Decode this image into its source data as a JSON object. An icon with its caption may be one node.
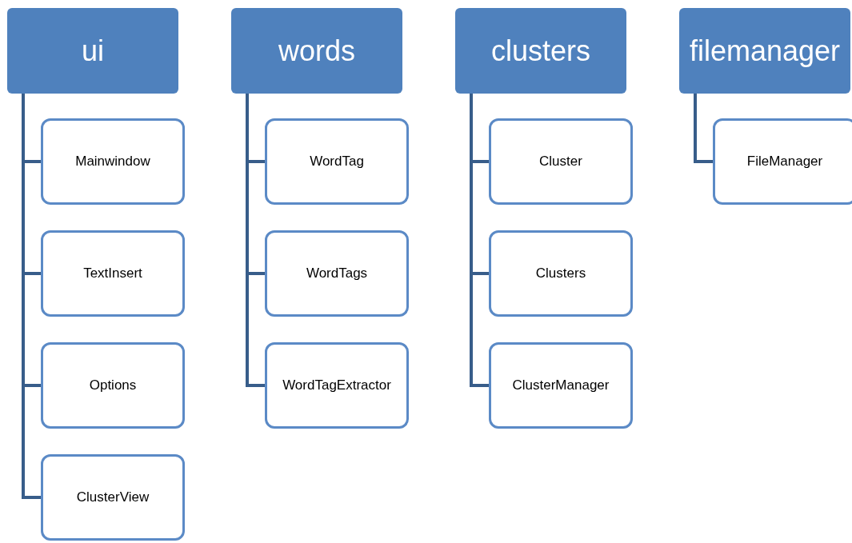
{
  "diagram": {
    "nodes": [
      {
        "text": [
          "ui"
        ]
      },
      {
        "text": [
          "Mainwindow"
        ]
      },
      {
        "text": [
          "TextInsert"
        ]
      },
      {
        "text": [
          "Options"
        ]
      },
      {
        "text": [
          "ClusterView"
        ]
      },
      {
        "text": [
          "words"
        ]
      },
      {
        "text": [
          "WordTag"
        ]
      },
      {
        "text": [
          "WordTags"
        ]
      },
      {
        "text": [
          "WordTagExtractor"
        ]
      },
      {
        "text": [
          "clusters"
        ]
      },
      {
        "text": [
          "Cluster"
        ]
      },
      {
        "text": [
          "Clusters"
        ]
      },
      {
        "text": [
          "ClusterManager"
        ]
      },
      {
        "text": [
          "filemanager"
        ]
      },
      {
        "text": [
          "FileManager"
        ]
      }
    ],
    "edges": [
      {
        "from": 0,
        "to": 1,
        "arrow": "none"
      },
      {
        "from": 0,
        "to": 2,
        "arrow": "none"
      },
      {
        "from": 0,
        "to": 3,
        "arrow": "none"
      },
      {
        "from": 0,
        "to": 4,
        "arrow": "none"
      },
      {
        "from": 5,
        "to": 6,
        "arrow": "none"
      },
      {
        "from": 5,
        "to": 7,
        "arrow": "none"
      },
      {
        "from": 5,
        "to": 8,
        "arrow": "none"
      },
      {
        "from": 9,
        "to": 10,
        "arrow": "none"
      },
      {
        "from": 9,
        "to": 11,
        "arrow": "none"
      },
      {
        "from": 9,
        "to": 12,
        "arrow": "none"
      },
      {
        "from": 13,
        "to": 14,
        "arrow": "none"
      }
    ]
  }
}
